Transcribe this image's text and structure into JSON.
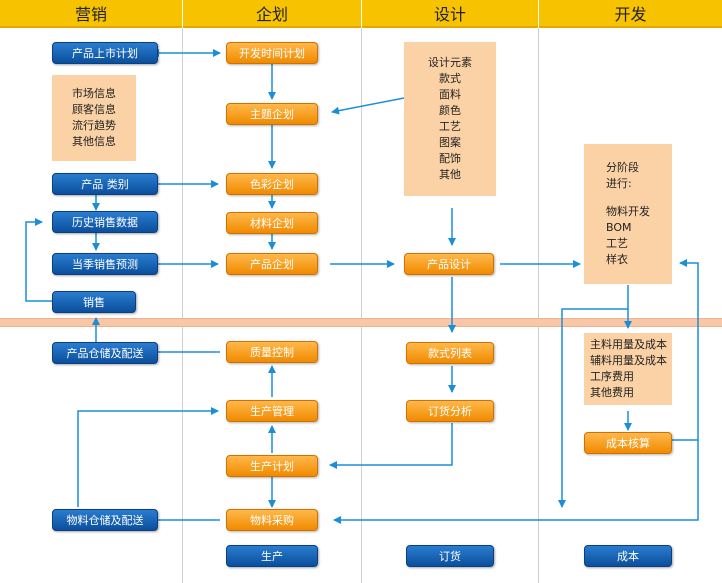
{
  "headers": [
    "营销",
    "企划",
    "设计",
    "开发"
  ],
  "nodes": {
    "launch_plan": "产品上市计划",
    "category": "产品 类别",
    "history_sales": "历史销售数据",
    "season_forecast": "当季销售预测",
    "sales": "销售",
    "product_storage": "产品仓储及配送",
    "material_storage": "物料仓储及配送",
    "dev_schedule": "开发时间计划",
    "theme_plan": "主题企划",
    "color_plan": "色彩企划",
    "material_plan": "材料企划",
    "product_plan": "产品企划",
    "quality_control": "质量控制",
    "production_mgmt": "生产管理",
    "production_plan": "生产计划",
    "material_purchase": "物料采购",
    "production": "生产",
    "product_design": "产品设计",
    "style_list": "款式列表",
    "order_analysis": "订货分析",
    "ordering": "订货",
    "cost_accounting": "成本核算",
    "cost": "成本"
  },
  "boxes": {
    "market_info": [
      "市场信息",
      "顾客信息",
      "流行趋势",
      "其他信息"
    ],
    "design_elements": [
      "设计元素",
      "款式",
      "面料",
      "颜色",
      "工艺",
      "图案",
      "配饰",
      "其他"
    ],
    "stages": [
      "分阶段",
      "进行:",
      "",
      "物料开发",
      "BOM",
      "工艺",
      "样衣"
    ],
    "cost_items": [
      "主料用量及成本",
      "辅料用量及成本",
      "工序费用",
      "其他费用"
    ]
  }
}
